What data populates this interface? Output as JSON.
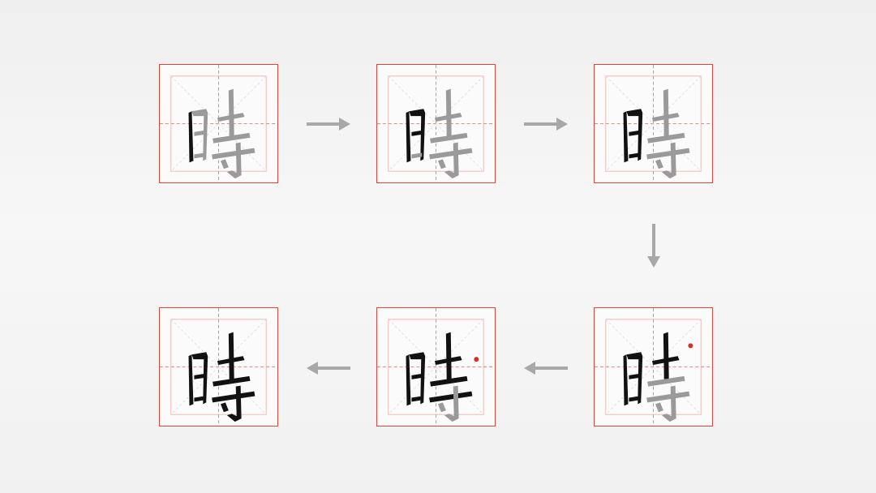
{
  "character": "時",
  "colors": {
    "grid_border": "#e0453a",
    "guide_line": "#e88a80",
    "written_stroke": "#111111",
    "pending_stroke": "#9a9a9a",
    "stroke_dot": "#e02a1f",
    "arrow": "#a8a8a8"
  },
  "steps": [
    {
      "character": "時",
      "progress": 0.1
    },
    {
      "character": "時",
      "progress": 0.3
    },
    {
      "character": "時",
      "progress": 0.4
    },
    {
      "character": "時",
      "progress": 0.6
    },
    {
      "character": "時",
      "progress": 0.8
    },
    {
      "character": "時",
      "progress": 1.0
    }
  ]
}
